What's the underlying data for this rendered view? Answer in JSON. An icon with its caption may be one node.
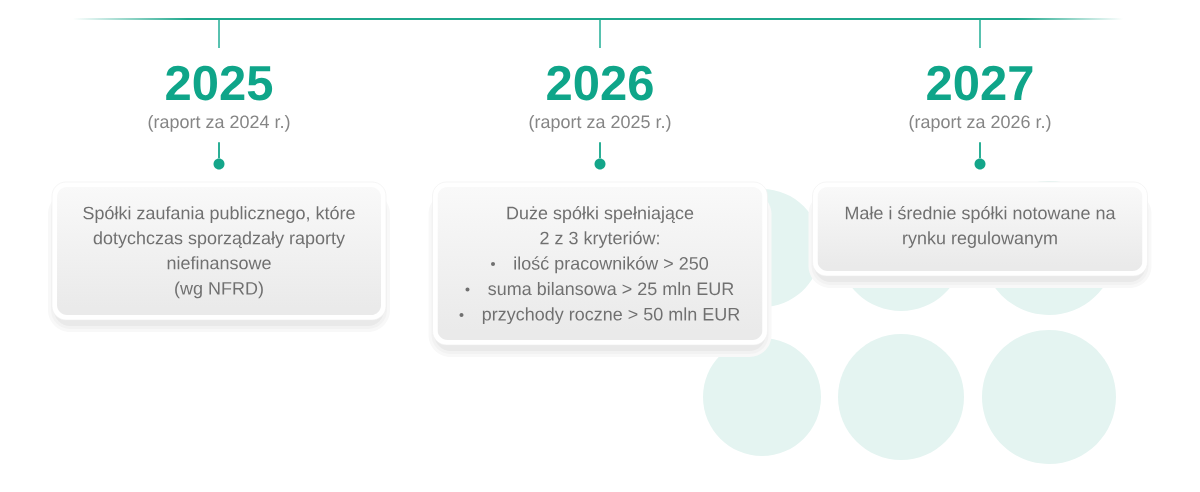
{
  "diagram": {
    "nodes": [
      {
        "text": [
          "2025",
          "(raport za 2024 r.)"
        ]
      },
      {
        "text": [],
        "shape": "circle"
      },
      {
        "text": [
          "Spółki zaufania publicznego, które dotychczas sporządzały raporty niefinansowe",
          "(wg NFRD)"
        ]
      },
      {
        "text": [
          "2026",
          "(raport za 2025 r.)"
        ]
      },
      {
        "text": [],
        "shape": "circle"
      },
      {
        "text": [
          "Duże spółki spełniające 2 z 3 kryteriów:",
          "ilość pracowników > 250",
          "suma bilansowa > 25 mln EUR",
          "przychody roczne > 50 mln EUR"
        ]
      },
      {
        "text": [
          "2027",
          "(raport za 2026 r.)"
        ]
      },
      {
        "text": [],
        "shape": "circle"
      },
      {
        "text": [
          "Małe i średnie spółki notowane na rynku regulowanym"
        ]
      }
    ],
    "edges": [
      {
        "from": 0,
        "to": 1,
        "arrow": "none"
      },
      {
        "from": 3,
        "to": 4,
        "arrow": "none"
      },
      {
        "from": 6,
        "to": 7,
        "arrow": "none"
      }
    ]
  }
}
